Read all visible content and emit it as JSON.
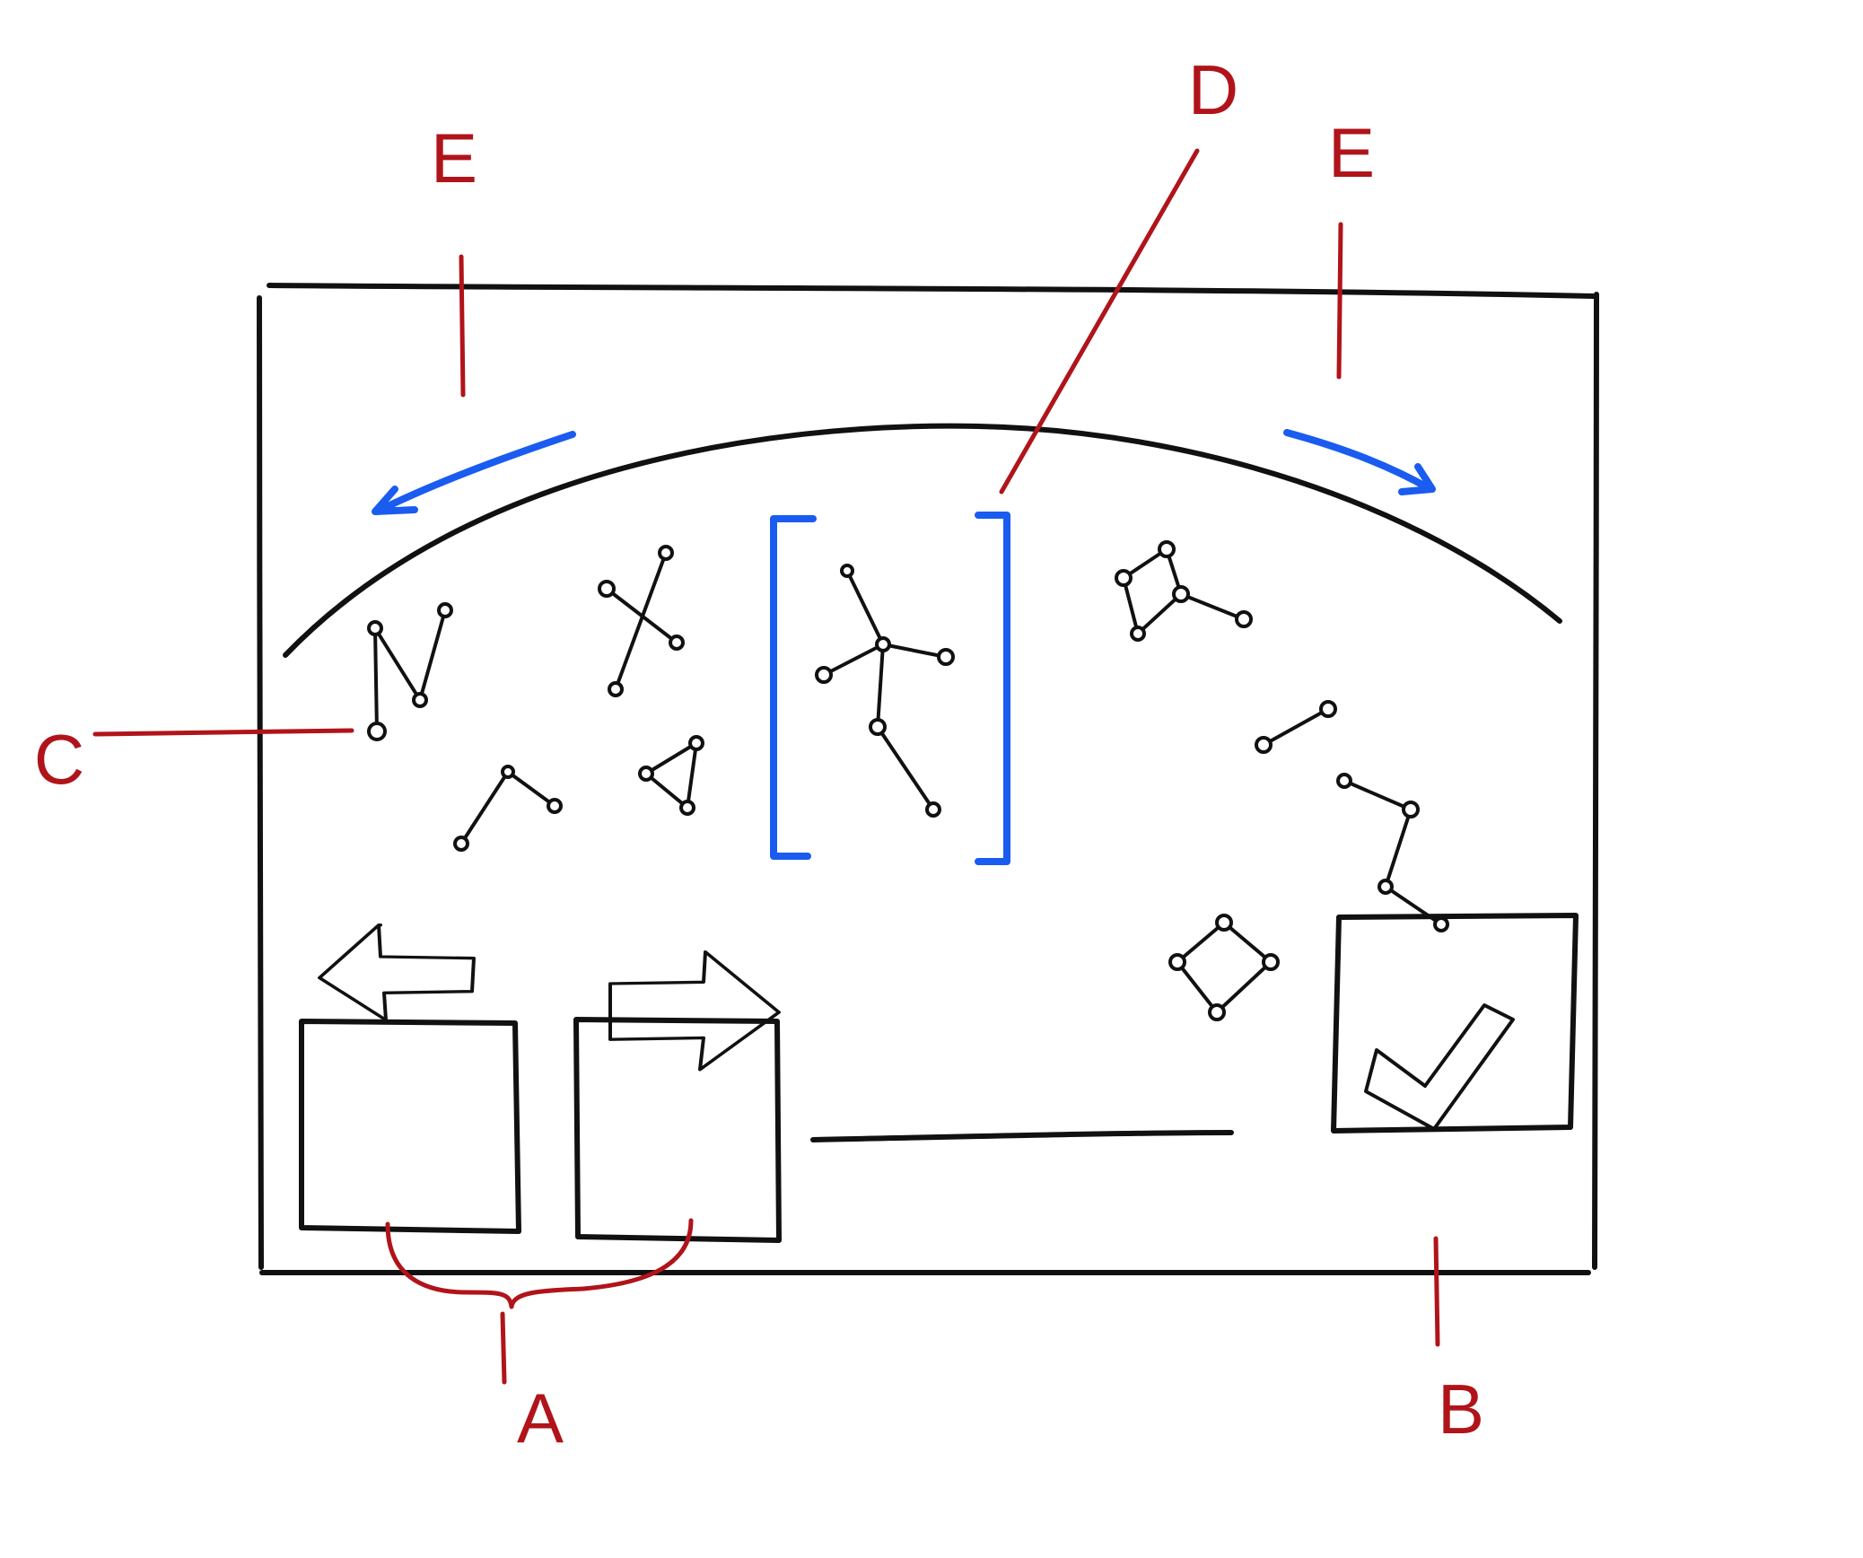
{
  "diagram": {
    "type": "ui-wireframe-sketch",
    "description": "Hand-drawn sketch of a constellation selector screen"
  },
  "colors": {
    "ink": "#111111",
    "selection": "#1a5cf0",
    "annotation": "#b0141a",
    "background": "#ffffff"
  },
  "annotations": {
    "A": {
      "label": "A",
      "target": "previous/next arrow buttons"
    },
    "B": {
      "label": "B",
      "target": "confirm checkmark button"
    },
    "C": {
      "label": "C",
      "target": "constellation star node"
    },
    "D": {
      "label": "D",
      "target": "selection bracket"
    },
    "E_left": {
      "label": "E",
      "target": "rotate sky left arrow"
    },
    "E_right": {
      "label": "E",
      "target": "rotate sky right arrow"
    }
  },
  "controls": {
    "prev_button": {
      "icon": "arrow-left-icon"
    },
    "next_button": {
      "icon": "arrow-right-icon"
    },
    "confirm_button": {
      "icon": "checkmark-icon"
    },
    "rotate_left": {
      "icon": "curved-arrow-left-icon"
    },
    "rotate_right": {
      "icon": "curved-arrow-right-icon"
    }
  },
  "constellations_count": 9,
  "selected_constellation_index": 4
}
